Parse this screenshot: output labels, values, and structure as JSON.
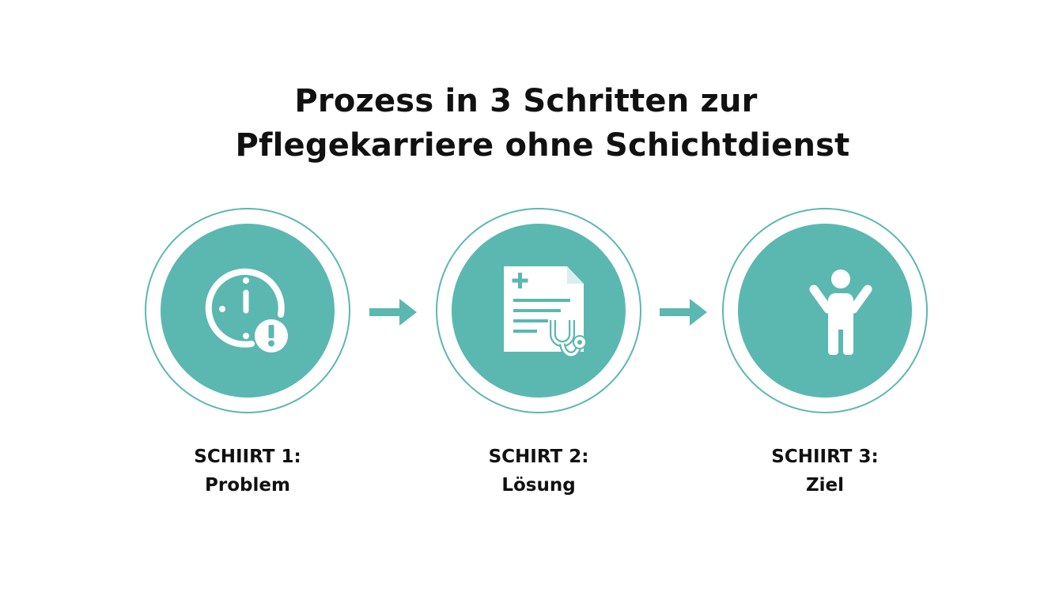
{
  "title": {
    "line1": "Prozess in 3 Schritten zur",
    "line2": "Pflegekarriere ohne Schichtdienst"
  },
  "colors": {
    "accent": "#5bb8b1",
    "icon": "#ffffff",
    "text": "#111111",
    "background": "#ffffff"
  },
  "steps": [
    {
      "heading": "SCHIIRT 1:",
      "name": "Problem",
      "icon": "clock-alert-icon"
    },
    {
      "heading": "SCHIRT 2:",
      "name": "Lösung",
      "icon": "medical-document-stethoscope-icon"
    },
    {
      "heading": "SCHIIRT 3:",
      "name": "Ziel",
      "icon": "person-celebrating-icon"
    }
  ]
}
